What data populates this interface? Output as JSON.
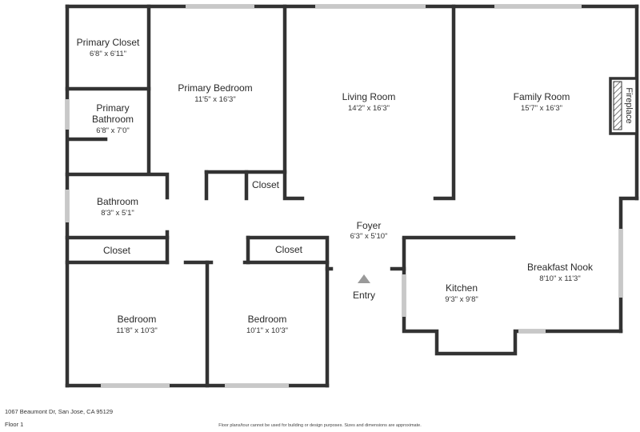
{
  "rooms": {
    "primary_closet": {
      "name": "Primary Closet",
      "dims": "6'8\" x 6'11\""
    },
    "primary_bedroom": {
      "name": "Primary Bedroom",
      "dims": "11'5\" x 16'3\""
    },
    "living_room": {
      "name": "Living Room",
      "dims": "14'2\" x 16'3\""
    },
    "family_room": {
      "name": "Family Room",
      "dims": "15'7\" x 16'3\""
    },
    "primary_bathroom": {
      "name_line1": "Primary",
      "name_line2": "Bathroom",
      "dims": "6'8\" x 7'0\""
    },
    "bathroom": {
      "name": "Bathroom",
      "dims": "8'3\" x 5'1\""
    },
    "closet_hall": {
      "name": "Closet"
    },
    "closet_left": {
      "name": "Closet"
    },
    "closet_center": {
      "name": "Closet"
    },
    "foyer": {
      "name": "Foyer",
      "dims": "6'3\" x 5'10\""
    },
    "breakfast_nook": {
      "name": "Breakfast Nook",
      "dims": "8'10\" x 11'3\""
    },
    "kitchen": {
      "name": "Kitchen",
      "dims": "9'3\" x 9'8\""
    },
    "bedroom_left": {
      "name": "Bedroom",
      "dims": "11'8\" x 10'3\""
    },
    "bedroom_right": {
      "name": "Bedroom",
      "dims": "10'1\" x 10'3\""
    }
  },
  "fireplace": {
    "label": "Fireplace"
  },
  "entry": {
    "label": "Entry"
  },
  "footer": {
    "address": "1067 Beaumont Dr, San Jose, CA 95129",
    "floor": "Floor 1",
    "disclaimer": "Floor plans/tour cannot be used for building or design purposes. Sizes and dimensions are approximate."
  },
  "colors": {
    "wall": "#333333",
    "window": "#c8c8c8",
    "entry_arrow": "#9a9a9a",
    "background": "#ffffff"
  }
}
